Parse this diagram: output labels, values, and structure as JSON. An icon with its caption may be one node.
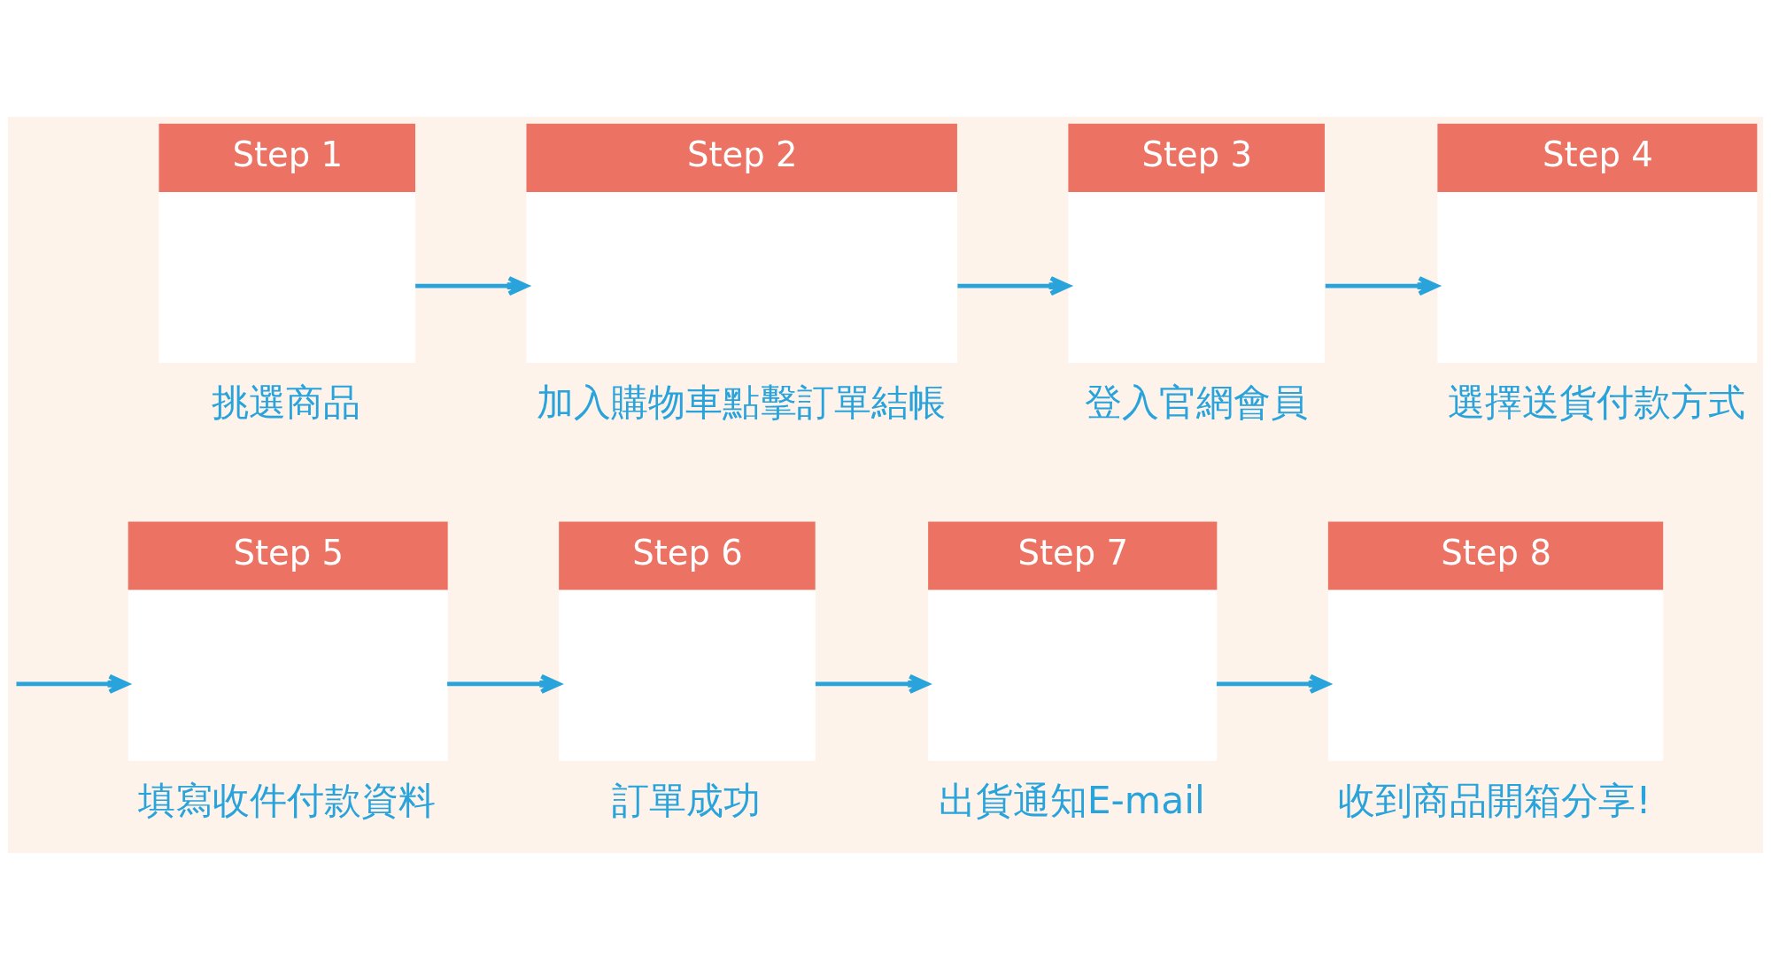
{
  "diagram": {
    "nodes": [
      {
        "text": [
          "Step 1"
        ],
        "beside": [
          "挑選商品"
        ]
      },
      {
        "text": [
          "Step 2"
        ],
        "beside": [
          "加入購物車點擊訂單結帳"
        ]
      },
      {
        "text": [
          "Step 3"
        ],
        "beside": [
          "登入官網會員"
        ]
      },
      {
        "text": [
          "Step 4"
        ],
        "beside": [
          "選擇送貨付款方式"
        ]
      },
      {
        "text": [
          "Step 5"
        ],
        "beside": [
          "填寫收件付款資料"
        ]
      },
      {
        "text": [
          "Step 6"
        ],
        "beside": [
          "訂單成功"
        ]
      },
      {
        "text": [
          "Step 7"
        ],
        "beside": [
          "出貨通知E-mail"
        ]
      },
      {
        "text": [
          "Step 8"
        ],
        "beside": [
          "收到商品開箱分享!"
        ]
      }
    ],
    "edges": [
      {
        "from": 0,
        "to": 1,
        "arrow": "to"
      },
      {
        "from": 1,
        "to": 2,
        "arrow": "to"
      },
      {
        "from": 2,
        "to": 3,
        "arrow": "to"
      },
      {
        "from": null,
        "to": 4,
        "arrow": "to"
      },
      {
        "from": 4,
        "to": 5,
        "arrow": "to"
      },
      {
        "from": 5,
        "to": 6,
        "arrow": "to"
      },
      {
        "from": 6,
        "to": 7,
        "arrow": "to"
      }
    ]
  }
}
